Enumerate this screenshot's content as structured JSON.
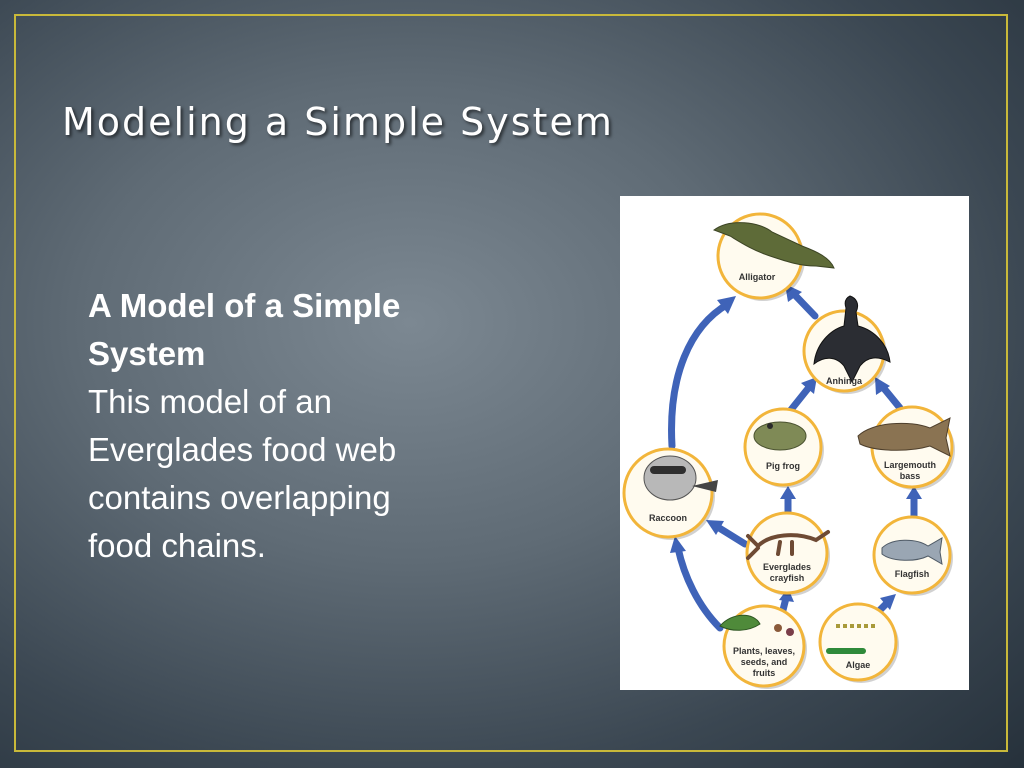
{
  "slide": {
    "title": "Modeling a Simple System",
    "heading_line1": "A Model of a Simple",
    "heading_line2": "System",
    "body_lines": [
      "This model of an",
      "Everglades food web",
      "contains overlapping",
      "food chains."
    ]
  },
  "diagram": {
    "nodes": {
      "alligator": [
        "Alligator"
      ],
      "anhinga": [
        "Anhinga"
      ],
      "pig_frog": [
        "Pig frog"
      ],
      "largemouth_bass": [
        "Largemouth",
        "bass"
      ],
      "raccoon": [
        "Raccoon"
      ],
      "crayfish": [
        "Everglades",
        "crayfish"
      ],
      "flagfish": [
        "Flagfish"
      ],
      "plants": [
        "Plants, leaves,",
        "seeds, and",
        "fruits"
      ],
      "algae": [
        "Algae"
      ]
    },
    "colors": {
      "ring": "#f2b53a",
      "arrow": "#3f63b8",
      "frame": "#c9b93a"
    }
  }
}
